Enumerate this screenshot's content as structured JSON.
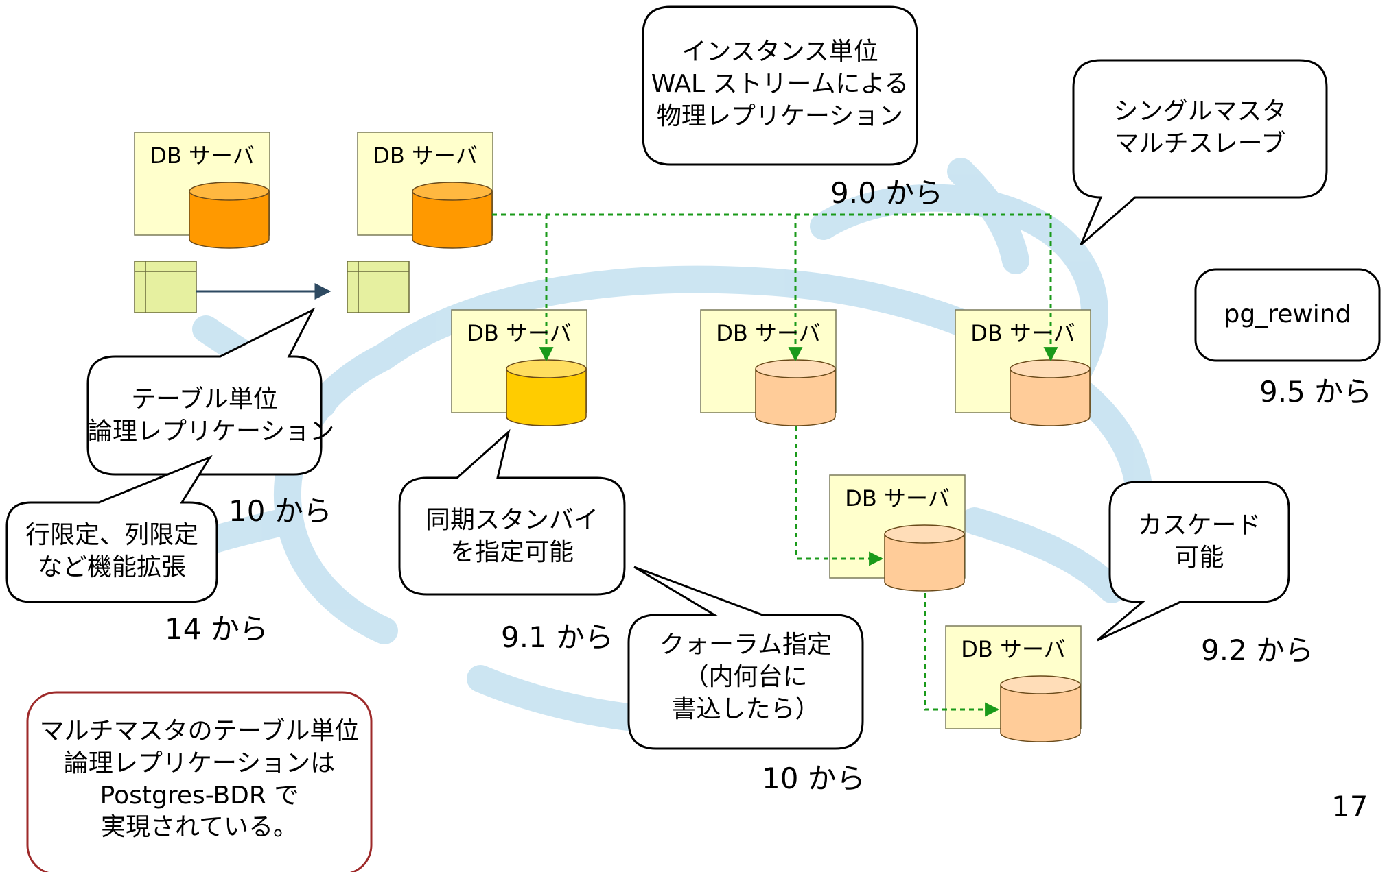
{
  "server_label": "DB サーバ",
  "callouts": {
    "physical": [
      "インスタンス単位",
      "WAL ストリームによる",
      "物理レプリケーション"
    ],
    "single_master": [
      "シングルマスタ",
      "マルチスレーブ"
    ],
    "pg_rewind": [
      "pg_rewind"
    ],
    "logical": [
      "テーブル単位",
      "論理レプリケーション"
    ],
    "row_col": [
      "行限定、列限定",
      "など機能拡張"
    ],
    "sync_standby": [
      "同期スタンバイ",
      "を指定可能"
    ],
    "quorum": [
      "クォーラム指定",
      "（内何台に",
      "書込したら）"
    ],
    "cascade": [
      "カスケード",
      "可能"
    ],
    "bdr": [
      "マルチマスタのテーブル単位",
      "論理レプリケーションは",
      "Postgres-BDR で",
      "実現されている。"
    ]
  },
  "versions": {
    "physical": "9.0 から",
    "pg_rewind": "9.5 から",
    "logical": "10 から",
    "row_col": "14 から",
    "sync_standby": "9.1 から",
    "cascade": "9.2 から",
    "quorum": "10 から"
  },
  "page_number": "17",
  "colors": {
    "primary_db": "#FF9900",
    "sync_db": "#FFCC00",
    "standby_db": "#FFCC99",
    "server_box": "#FFFFCC",
    "table_icon": "#E6F0A0",
    "arrow_green": "#1A9A1A",
    "arrow_navy": "#2E4A62",
    "bdr_border": "#9E2A2A",
    "watermark": "#C6E2F1"
  }
}
